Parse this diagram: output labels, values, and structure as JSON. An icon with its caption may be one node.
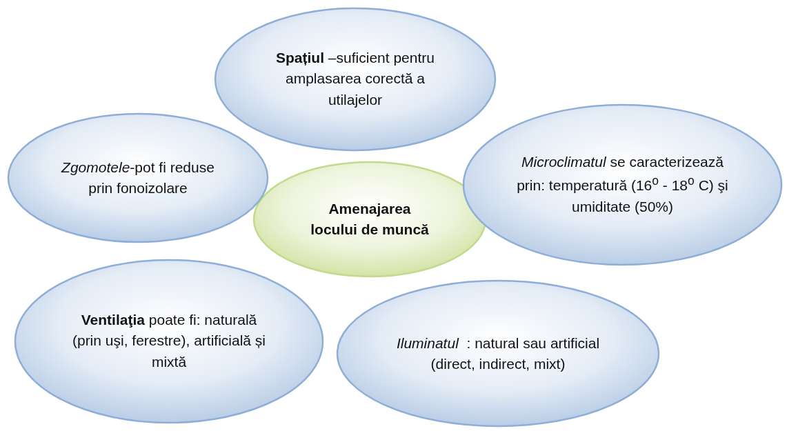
{
  "diagram": {
    "nodes": [
      {
        "text": [
          "**Spațiul** –suficient pentru amplasarea corectă a utilajelor"
        ]
      },
      {
        "text": [
          "*Zgomotele*-pot fi reduse prin fonoizolare"
        ]
      },
      {
        "text": [
          "Amenajarea locului de muncă"
        ]
      },
      {
        "text": [
          "*Microclimatul* se caracterizează prin: temperatură (16$^{o}$ - 18$^{o}$ C) şi umiditate (50%)"
        ]
      },
      {
        "text": [
          "**Ventilaţia** poate fi: naturală (prin uşi, ferestre), artificială și mixtă"
        ]
      },
      {
        "text": [
          "*Iluminatul*  : natural sau artificial (direct, indirect, mixt)"
        ]
      }
    ]
  }
}
